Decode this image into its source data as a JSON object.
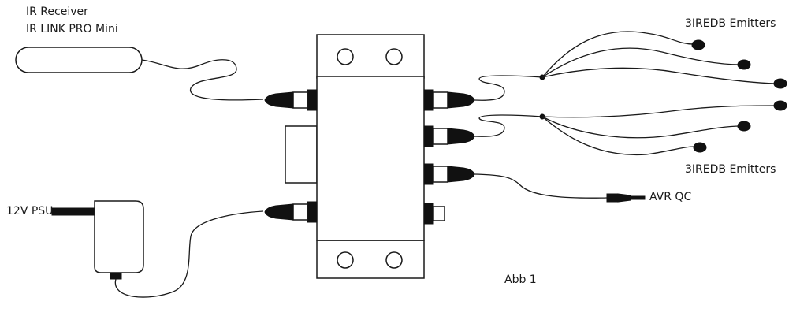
{
  "labels": {
    "ir_receiver": "IR Receiver",
    "ir_link": "IR LINK PRO Mini",
    "emitters_top": "3IREDB Emitters",
    "emitters_bottom": "3IREDB Emitters",
    "psu": "12V PSU",
    "avr": "AVR QC",
    "figure": "Abb 1"
  }
}
